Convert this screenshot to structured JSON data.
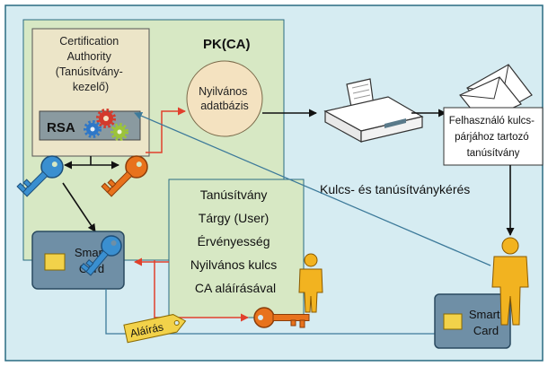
{
  "ca_box": {
    "lines": [
      "Certification",
      "Authority",
      "(Tanúsítvány-",
      "kezelő)"
    ],
    "rsa_label": "RSA"
  },
  "pk_title": "PK(CA)",
  "public_db": {
    "lines": [
      "Nyilvános",
      "adatbázis"
    ]
  },
  "certificate": {
    "lines": [
      "Tanúsítvány",
      "Tárgy (User)",
      "Érvényesség",
      "Nyilvános kulcs",
      "CA aláírásával"
    ]
  },
  "envelope_note": {
    "lines": [
      "Felhasználó kulcs-",
      "párjához tartozó",
      "tanúsítvány"
    ]
  },
  "request_label": "Kulcs- és tanúsítványkérés",
  "smart_card_left": {
    "lines": [
      "Smart",
      "Card"
    ]
  },
  "smart_card_right": {
    "lines": [
      "Smart",
      "Card"
    ]
  },
  "signature_tag": "Aláírás",
  "colors": {
    "background": "#d6ecf2",
    "frame": "#2a6b82",
    "green_panel": "#d7e8c4",
    "ca_box": "#ece5c8",
    "rsa_bar": "#8a9aa0",
    "db_circle": "#f4e2c0",
    "arrow_red": "#e1402c",
    "arrow_blue": "#3d7a9a",
    "key_blue": "#3a8fd0",
    "key_orange": "#e8721c",
    "person": "#f2b320",
    "tag": "#f2d24a",
    "card": "#6f8fa6"
  }
}
